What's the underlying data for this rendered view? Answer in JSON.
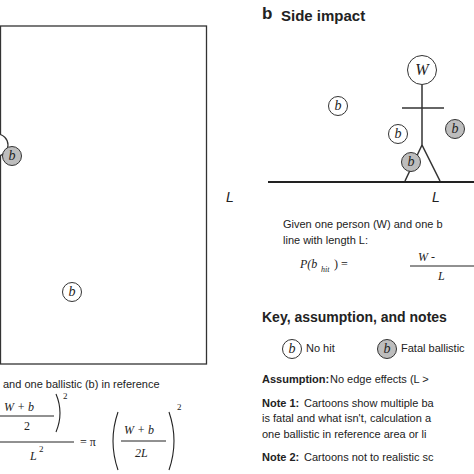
{
  "diagram": {
    "nodes": [
      {
        "text": [
          "b"
        ]
      },
      {
        "text": [
          "b"
        ]
      },
      {
        "text": [
          "W"
        ]
      },
      {
        "text": [
          "b"
        ]
      },
      {
        "text": [
          "b"
        ]
      },
      {
        "text": [
          "b"
        ]
      },
      {
        "text": [
          "b"
        ]
      },
      {
        "text": [
          "b"
        ]
      },
      {
        "text": [
          "b"
        ]
      }
    ],
    "labels": [
      "L",
      "and one ballistic (b) in reference",
      "W + b",
      "2",
      "2",
      "L",
      "2",
      "= π",
      "W + b",
      "2L",
      "2",
      "b",
      "Side impact",
      "L",
      "Given one person (W) and one b",
      "line with length L:",
      "P(b",
      "hit",
      ") =",
      "W -",
      "L",
      "Key, assumption, and notes",
      "Assumption:",
      "No edge effects (L >",
      "Note 1:",
      "Cartoons show multiple ba",
      "is fatal and what isn't, calculation a",
      "one ballistic in reference area or li",
      "Note 2:",
      "Cartoons not to realistic sc"
    ],
    "legend": [
      {
        "text": "No hit"
      },
      {
        "text": "Fatal ballistic"
      }
    ]
  }
}
